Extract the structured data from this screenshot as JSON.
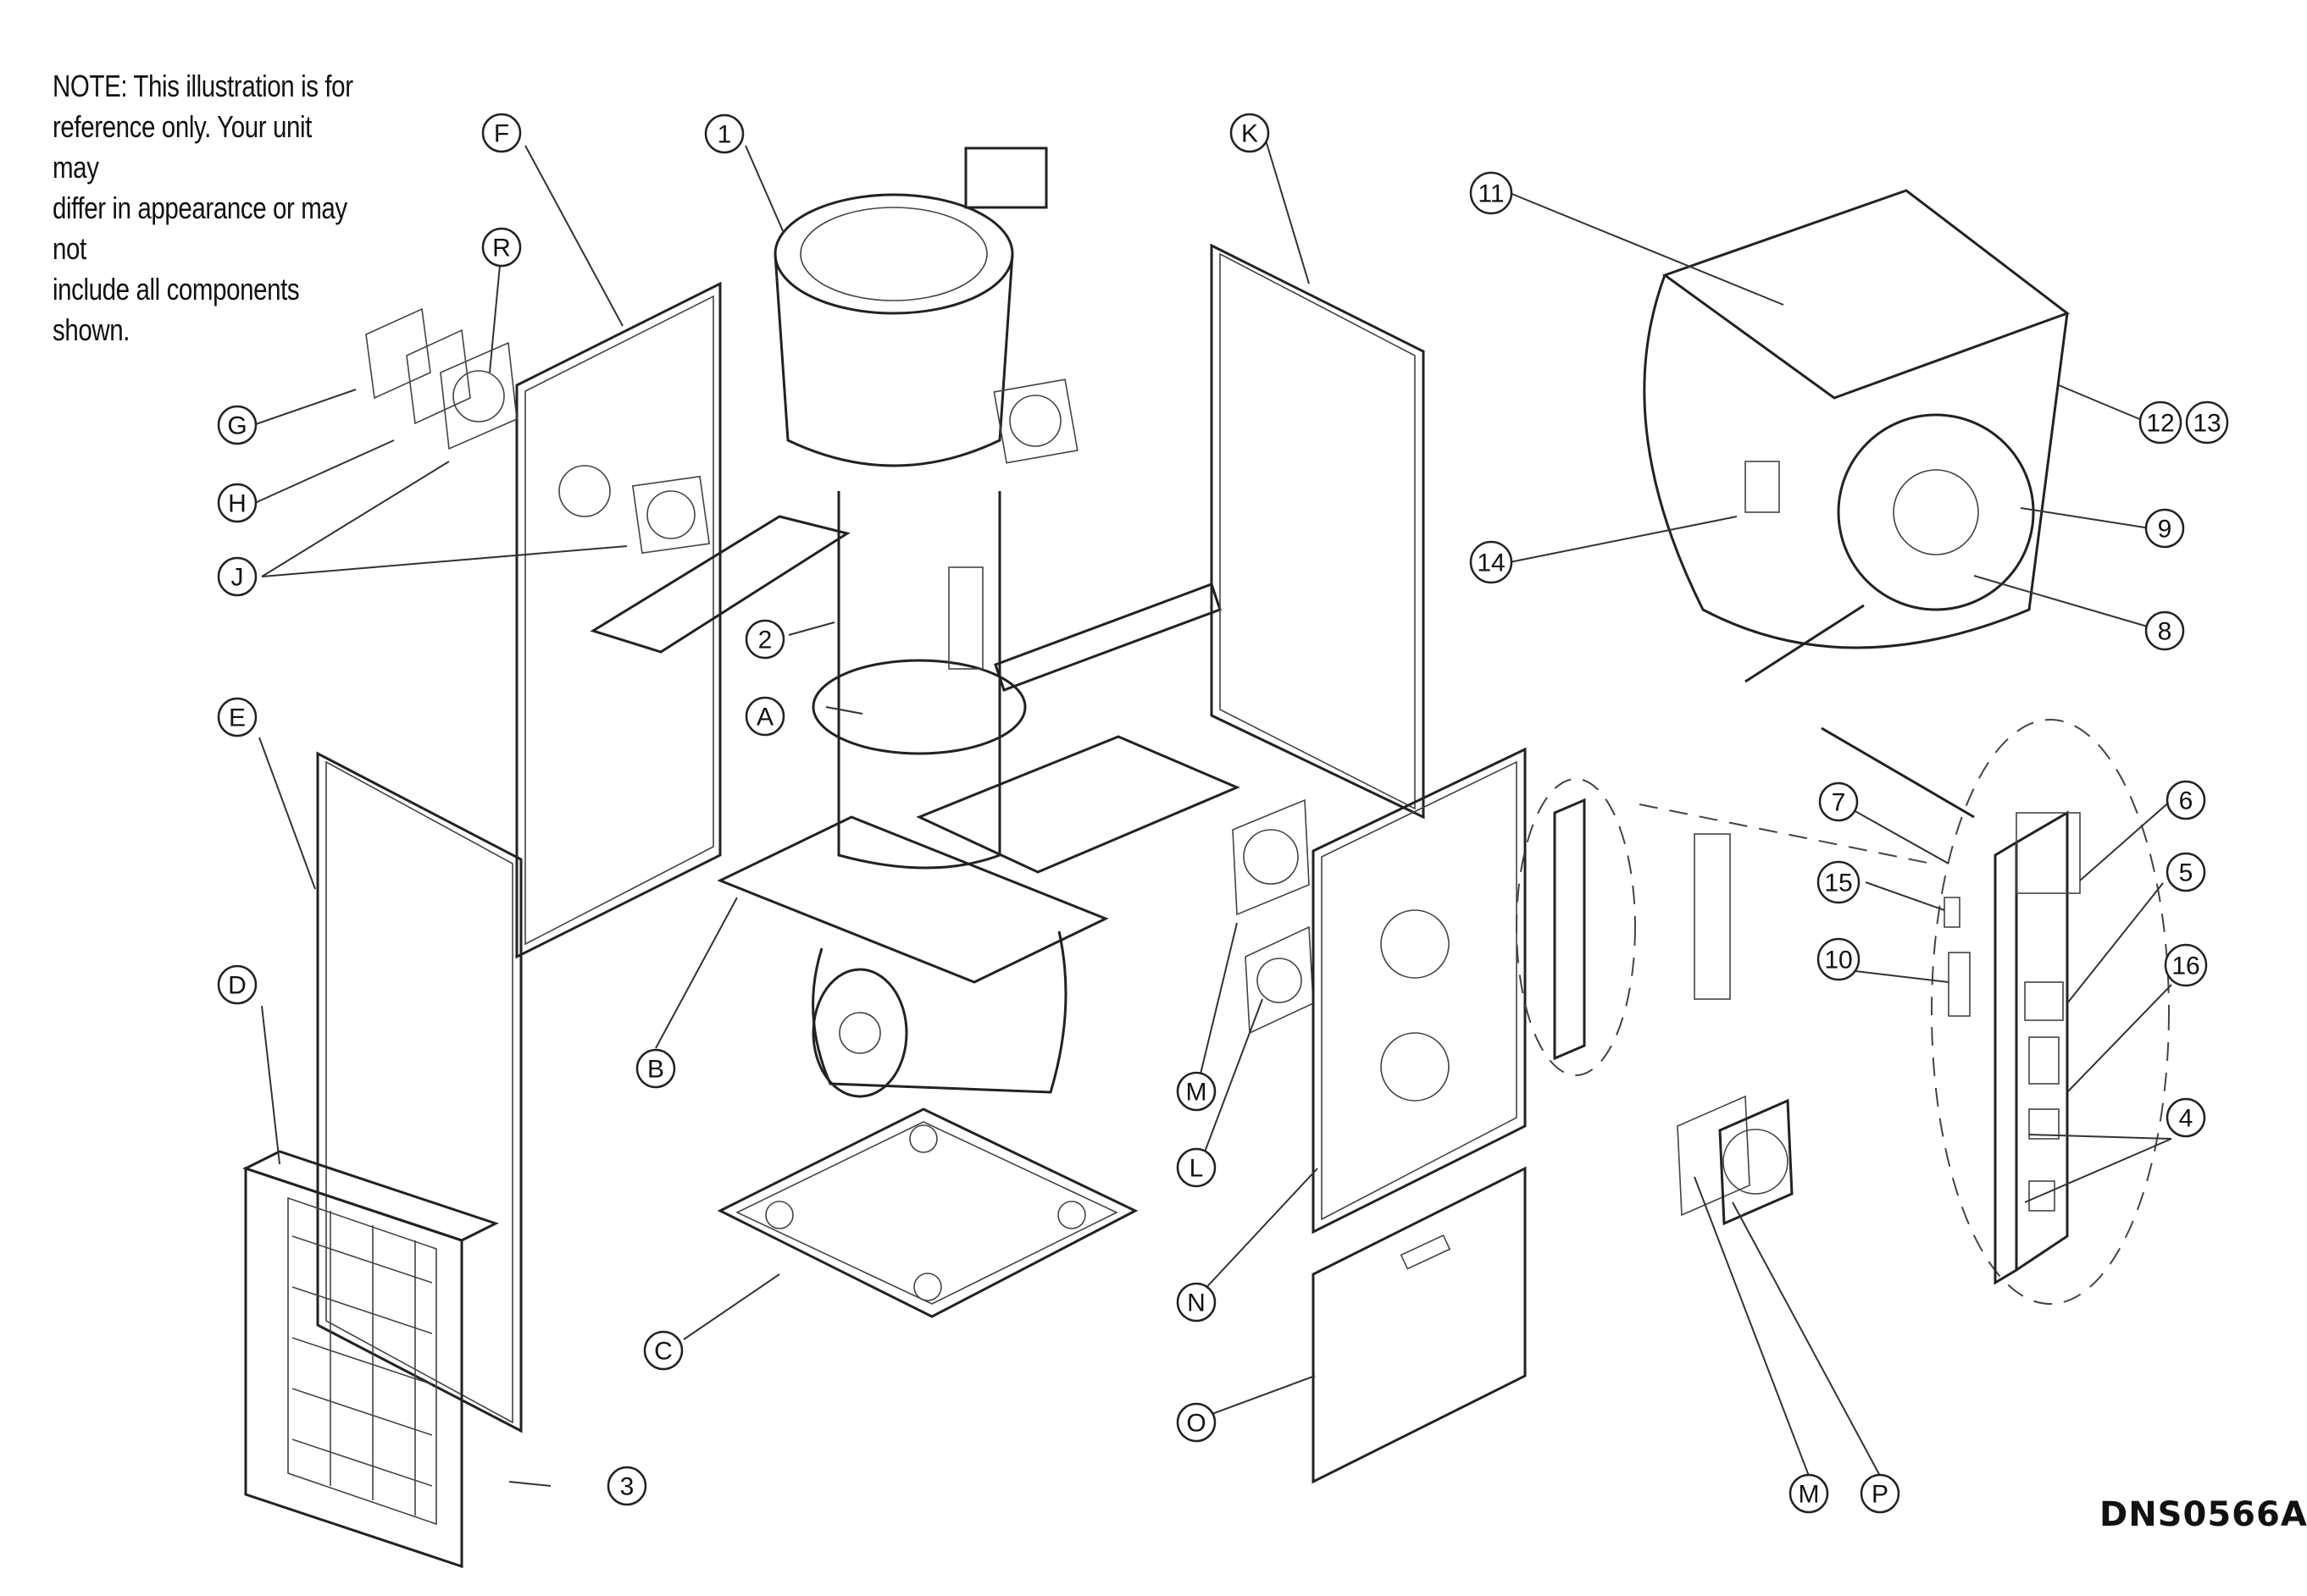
{
  "note": {
    "lines": [
      "NOTE:     This illustration is for",
      "reference only.    Your unit may",
      "differ in appearance or may not",
      "include all components shown."
    ]
  },
  "diagram_code": "DNS0566A",
  "callouts": [
    {
      "id": "1",
      "label": "1"
    },
    {
      "id": "2",
      "label": "2"
    },
    {
      "id": "3",
      "label": "3"
    },
    {
      "id": "4",
      "label": "4"
    },
    {
      "id": "5",
      "label": "5"
    },
    {
      "id": "6",
      "label": "6"
    },
    {
      "id": "7",
      "label": "7"
    },
    {
      "id": "8",
      "label": "8"
    },
    {
      "id": "9",
      "label": "9"
    },
    {
      "id": "10",
      "label": "10"
    },
    {
      "id": "11",
      "label": "11"
    },
    {
      "id": "12",
      "label": "12"
    },
    {
      "id": "13",
      "label": "13"
    },
    {
      "id": "14",
      "label": "14"
    },
    {
      "id": "15",
      "label": "15"
    },
    {
      "id": "16",
      "label": "16"
    },
    {
      "id": "A",
      "label": "A"
    },
    {
      "id": "B",
      "label": "B"
    },
    {
      "id": "C",
      "label": "C"
    },
    {
      "id": "D",
      "label": "D"
    },
    {
      "id": "E",
      "label": "E"
    },
    {
      "id": "F",
      "label": "F"
    },
    {
      "id": "G",
      "label": "G"
    },
    {
      "id": "H",
      "label": "H"
    },
    {
      "id": "J",
      "label": "J"
    },
    {
      "id": "K",
      "label": "K"
    },
    {
      "id": "L",
      "label": "L"
    },
    {
      "id": "M1",
      "label": "M"
    },
    {
      "id": "M2",
      "label": "M"
    },
    {
      "id": "N",
      "label": "N"
    },
    {
      "id": "O",
      "label": "O"
    },
    {
      "id": "P",
      "label": "P"
    },
    {
      "id": "R",
      "label": "R"
    }
  ]
}
